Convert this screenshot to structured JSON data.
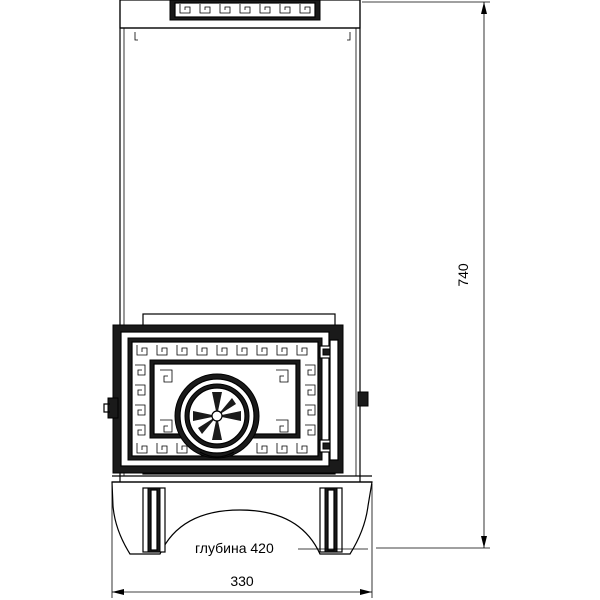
{
  "drawing": {
    "dimension_height": "740",
    "dimension_width": "330",
    "depth_label": "глубина 420"
  },
  "colors": {
    "line": "#000000",
    "background": "#ffffff",
    "dark_fill": "#1a1a1a"
  }
}
